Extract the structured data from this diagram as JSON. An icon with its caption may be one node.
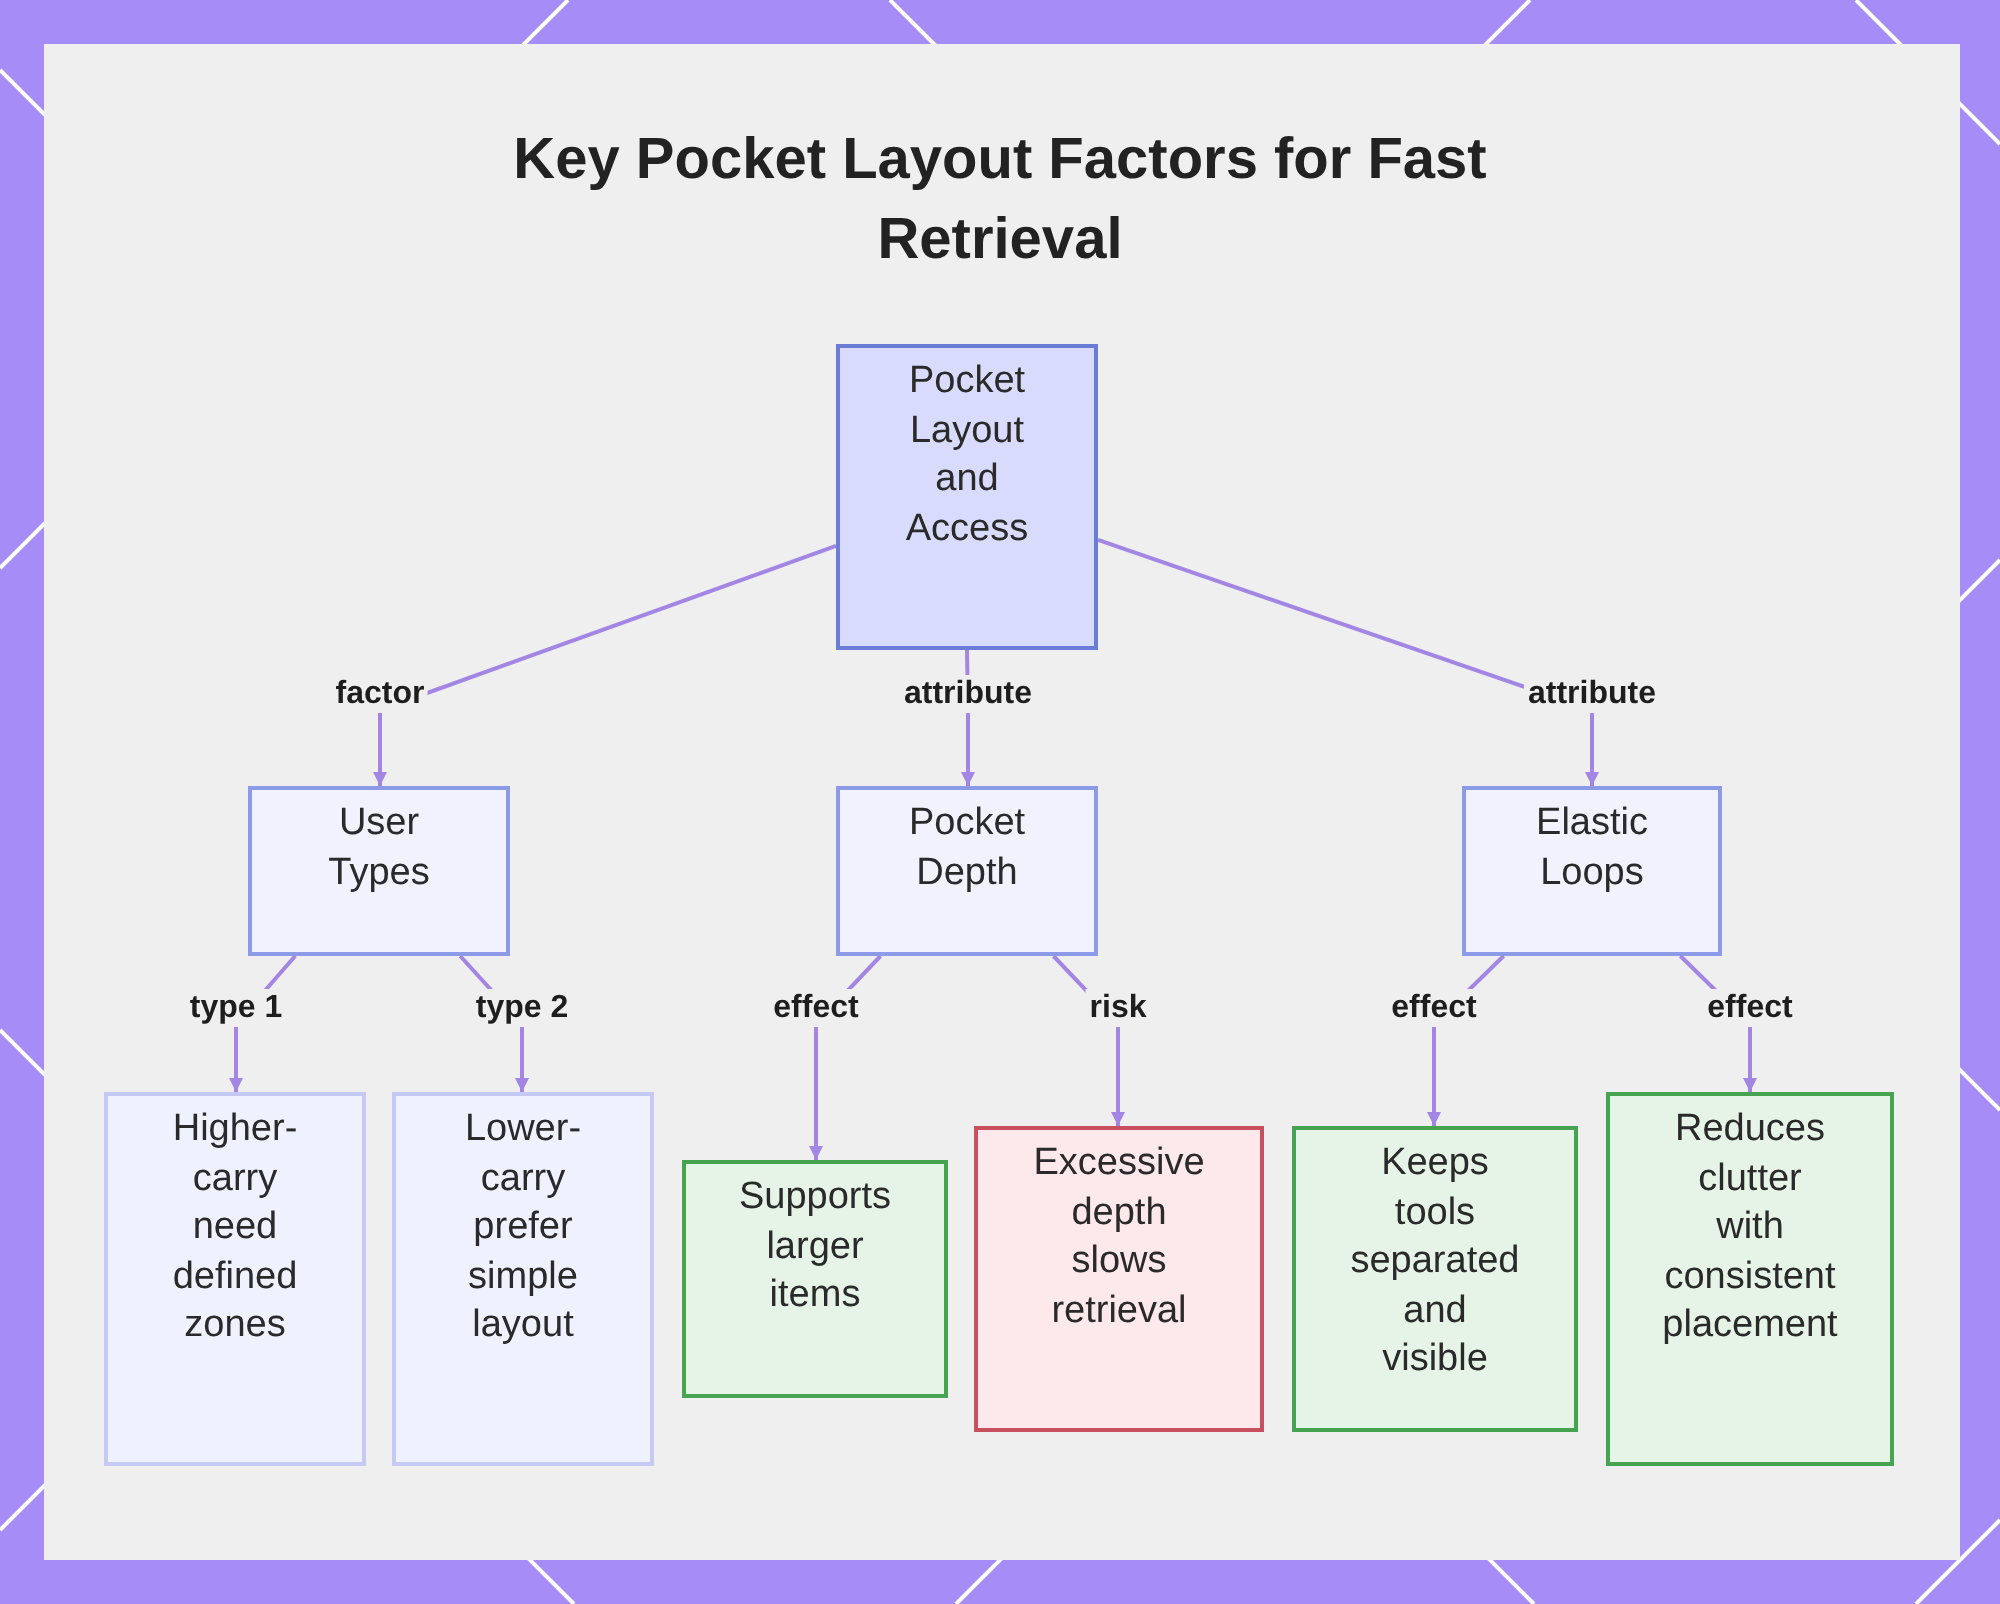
{
  "diagram": {
    "title": "Key Pocket Layout Factors for Fast Retrieval",
    "nodes": [
      {
        "text": [
          "Pocket Layout and Access"
        ]
      },
      {
        "text": [
          "User Types"
        ]
      },
      {
        "text": [
          "Pocket Depth"
        ]
      },
      {
        "text": [
          "Elastic Loops"
        ]
      },
      {
        "text": [
          "Higher-carry need defined zones"
        ]
      },
      {
        "text": [
          "Lower-carry prefer simple layout"
        ]
      },
      {
        "text": [
          "Supports larger items"
        ]
      },
      {
        "text": [
          "Excessive depth slows retrieval"
        ]
      },
      {
        "text": [
          "Keeps tools separated and visible"
        ]
      },
      {
        "text": [
          "Reduces clutter with consistent placement"
        ]
      }
    ],
    "edges": [
      {
        "from": 0,
        "to": 1,
        "arrow": "to",
        "label": "factor"
      },
      {
        "from": 0,
        "to": 2,
        "arrow": "to",
        "label": "attribute"
      },
      {
        "from": 0,
        "to": 3,
        "arrow": "to",
        "label": "attribute"
      },
      {
        "from": 1,
        "to": 4,
        "arrow": "to",
        "label": "type 1"
      },
      {
        "from": 1,
        "to": 5,
        "arrow": "to",
        "label": "type 2"
      },
      {
        "from": 2,
        "to": 6,
        "arrow": "to",
        "label": "effect"
      },
      {
        "from": 2,
        "to": 7,
        "arrow": "to",
        "label": "risk"
      },
      {
        "from": 3,
        "to": 8,
        "arrow": "to",
        "label": "effect"
      },
      {
        "from": 3,
        "to": 9,
        "arrow": "to",
        "label": "effect"
      }
    ]
  }
}
